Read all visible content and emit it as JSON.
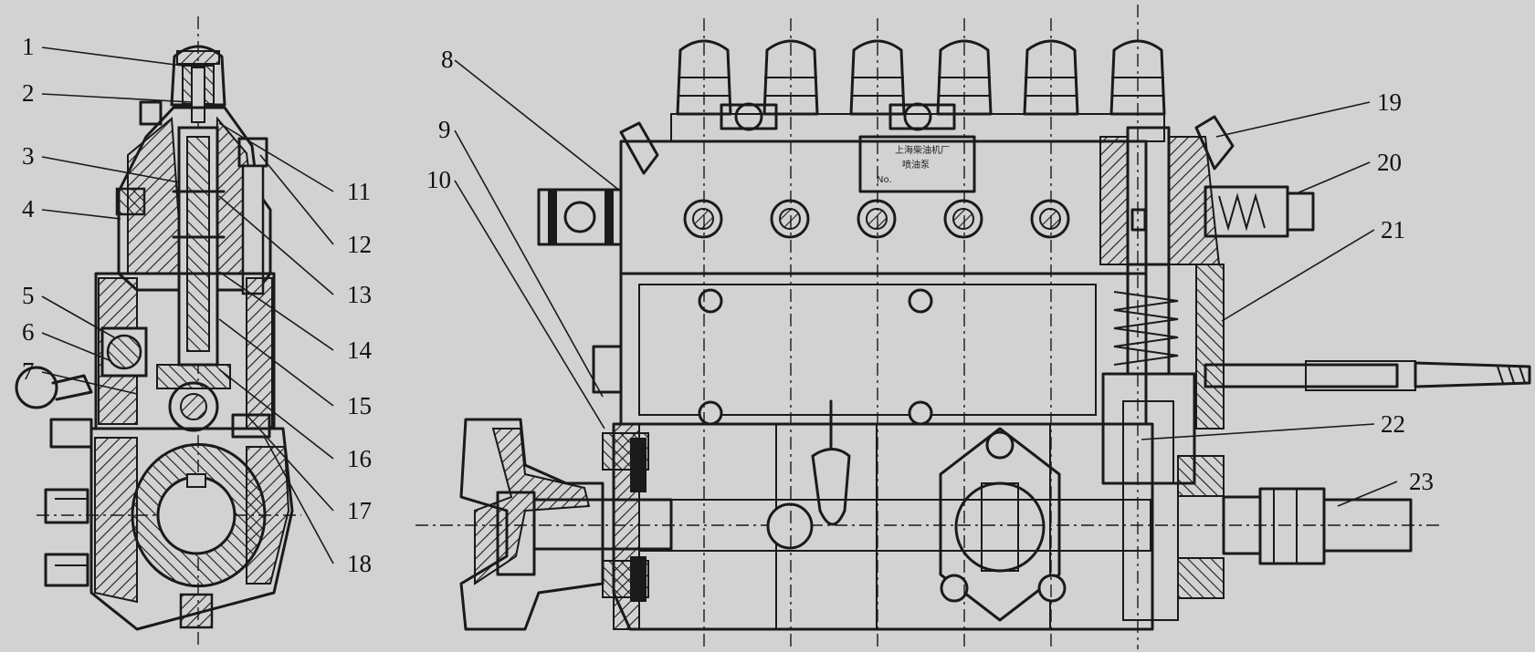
{
  "figure": {
    "callouts": [
      "1",
      "2",
      "3",
      "4",
      "5",
      "6",
      "7",
      "8",
      "9",
      "10",
      "11",
      "12",
      "13",
      "14",
      "15",
      "16",
      "17",
      "18",
      "19",
      "20",
      "21",
      "22",
      "23"
    ]
  },
  "colors": {
    "background": "#d2d2d2",
    "ink": "#1a1a1a",
    "hatch": "#1a1a1a"
  }
}
